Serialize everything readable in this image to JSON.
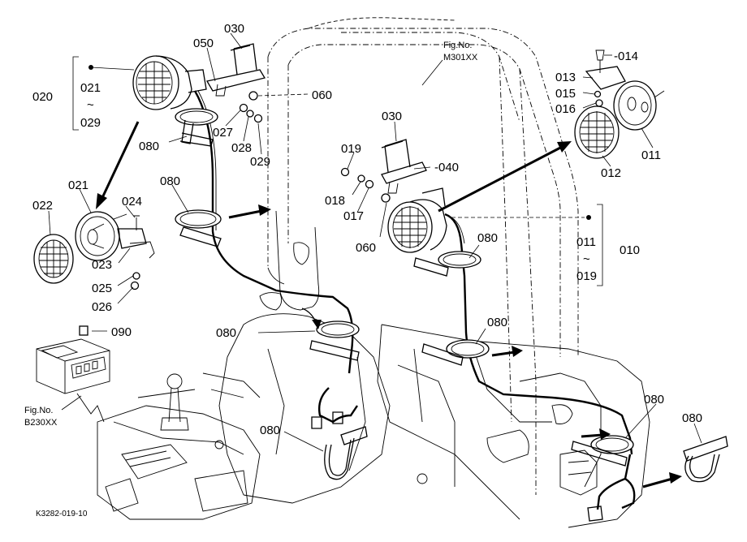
{
  "labels": {
    "p020": "020",
    "p021a": "021",
    "tilde_a": "~",
    "p029a": "029",
    "p030a": "030",
    "p050": "050",
    "p060a": "060",
    "p027": "027",
    "p028": "028",
    "p029b": "029",
    "p080a": "080",
    "p022": "022",
    "p021b": "021",
    "p024": "024",
    "p023": "023",
    "p025": "025",
    "p026": "026",
    "p080b": "080",
    "p090": "090",
    "fig_b_line1": "Fig.No.",
    "fig_b_line2": "B230XX",
    "fig_m_line1": "Fig.No.",
    "fig_m_line2": "M301XX",
    "p030b": "030",
    "p019": "019",
    "p040": "-040",
    "p018": "018",
    "p017": "017",
    "p060b": "060",
    "p080c": "080",
    "p080d": "080",
    "p011a": "011",
    "tilde_b": "~",
    "p019b": "019",
    "p010": "010",
    "p014": "-014",
    "p013": "013",
    "p015": "015",
    "p016": "016",
    "p011b": "011",
    "p012": "012",
    "p080e": "080",
    "p080f": "080",
    "p080g": "080",
    "p080h": "080",
    "drawing_code": "K3282-019-10"
  }
}
